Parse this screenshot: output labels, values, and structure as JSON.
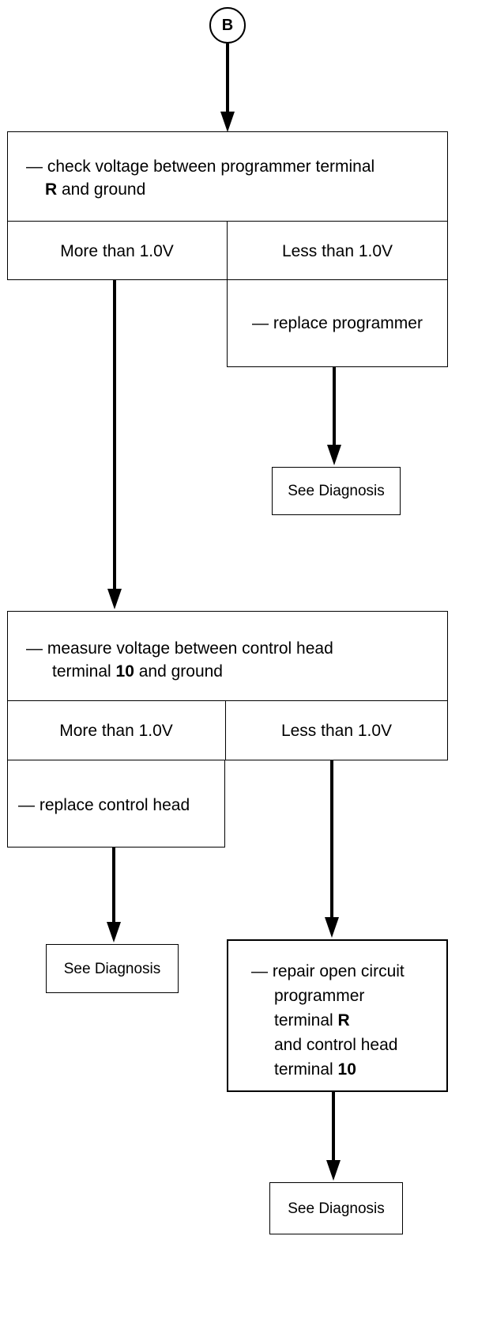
{
  "connector": {
    "label": "B"
  },
  "step1": {
    "dash": "— ",
    "line1": "check voltage between programmer terminal",
    "line2_bold": "R",
    "line2_rest": " and ground",
    "left_label": "More than 1.0V",
    "right_label": "Less than 1.0V",
    "right_action": "— replace programmer",
    "right_result": "See Diagnosis"
  },
  "step2": {
    "dash": "— ",
    "line1": "measure voltage between control head",
    "line2_pre": "terminal ",
    "line2_bold": "10",
    "line2_rest": " and ground",
    "left_label": "More than 1.0V",
    "right_label": "Less than 1.0V",
    "left_action_dash": "— ",
    "left_action": "replace control head",
    "left_result": "See Diagnosis",
    "right_action": {
      "line1": "— repair open circuit",
      "line2": "programmer",
      "line3_pre": "terminal ",
      "line3_bold": "R",
      "line4": "and control head",
      "line5_pre": "terminal ",
      "line5_bold": "10"
    },
    "right_result": "See Diagnosis"
  }
}
